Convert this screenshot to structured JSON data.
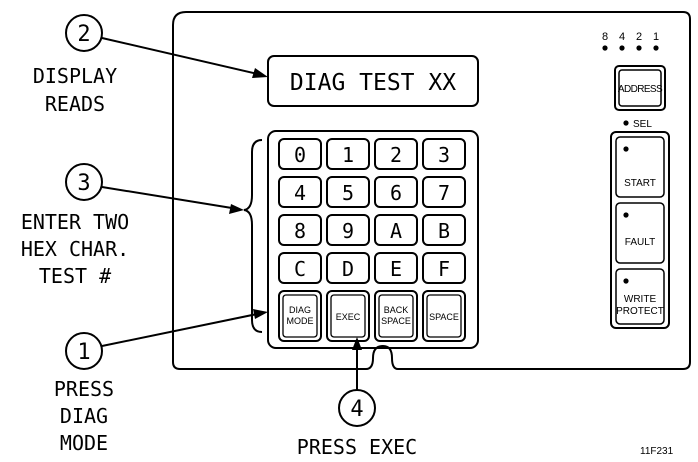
{
  "display_text": "DIAG TEST XX",
  "callouts": [
    {
      "number": "2",
      "lines": [
        "DISPLAY",
        "READS"
      ]
    },
    {
      "number": "3",
      "lines": [
        "ENTER TWO",
        "HEX CHAR.",
        "TEST #"
      ]
    },
    {
      "number": "1",
      "lines": [
        "PRESS",
        "DIAG",
        "MODE"
      ]
    },
    {
      "number": "4",
      "lines": [
        "PRESS EXEC"
      ]
    }
  ],
  "keypad": {
    "hex_keys": [
      "0",
      "1",
      "2",
      "3",
      "4",
      "5",
      "6",
      "7",
      "8",
      "9",
      "A",
      "B",
      "C",
      "D",
      "E",
      "F"
    ],
    "function_keys": [
      {
        "lines": [
          "DIAG",
          "MODE"
        ]
      },
      {
        "lines": [
          "EXEC"
        ]
      },
      {
        "lines": [
          "BACK",
          "SPACE"
        ]
      },
      {
        "lines": [
          "SPACE"
        ]
      }
    ]
  },
  "address_indicators": [
    "8",
    "4",
    "2",
    "1"
  ],
  "side_panel": {
    "address_label": "ADDRESS",
    "sel_label": "SEL",
    "start_label": "START",
    "fault_label": "FAULT",
    "write_protect_lines": [
      "WRITE",
      "PROTECT"
    ]
  },
  "figure_id": "11F231"
}
